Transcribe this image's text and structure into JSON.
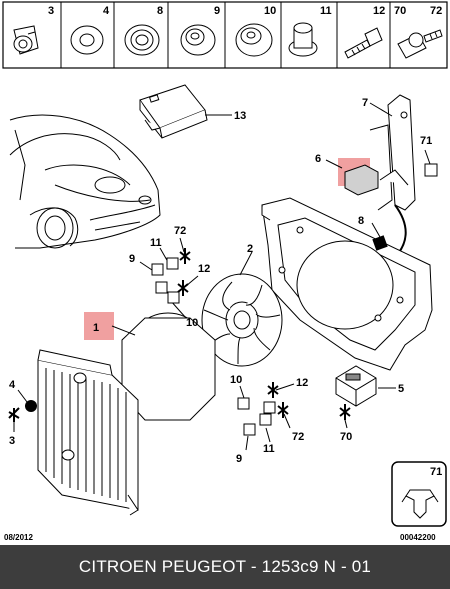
{
  "header_row": {
    "cells": [
      {
        "label": "3",
        "icon": "screw-cap-icon"
      },
      {
        "label": "4",
        "icon": "washer-icon"
      },
      {
        "label": "8",
        "icon": "grommet-icon"
      },
      {
        "label": "9",
        "icon": "bushing-icon"
      },
      {
        "label": "10",
        "icon": "bushing-icon"
      },
      {
        "label": "11",
        "icon": "spacer-icon"
      },
      {
        "label": "12",
        "icon": "bolt-icon"
      },
      {
        "label": "70",
        "icon": "screw-icon"
      },
      {
        "label": "72",
        "icon": "screw-icon"
      }
    ]
  },
  "callouts": {
    "c1": "1",
    "c2": "2",
    "c3": "3",
    "c4": "4",
    "c5": "5",
    "c6": "6",
    "c7": "7",
    "c8": "8",
    "c9a": "9",
    "c9b": "9",
    "c10a": "10",
    "c10b": "10",
    "c11a": "11",
    "c11b": "11",
    "c12a": "12",
    "c12b": "12",
    "c13": "13",
    "c70": "70",
    "c71": "71",
    "c72a": "72",
    "c72b": "72"
  },
  "inset": {
    "label": "71"
  },
  "date_code": "08/2012",
  "drawing_code": "00042200",
  "footer": {
    "text": "CITROEN PEUGEOT - 1253c9      N - 01"
  },
  "colors": {
    "highlight": "#f0a0a0",
    "footer_bg": "#3d3d3d",
    "line": "#000000"
  }
}
